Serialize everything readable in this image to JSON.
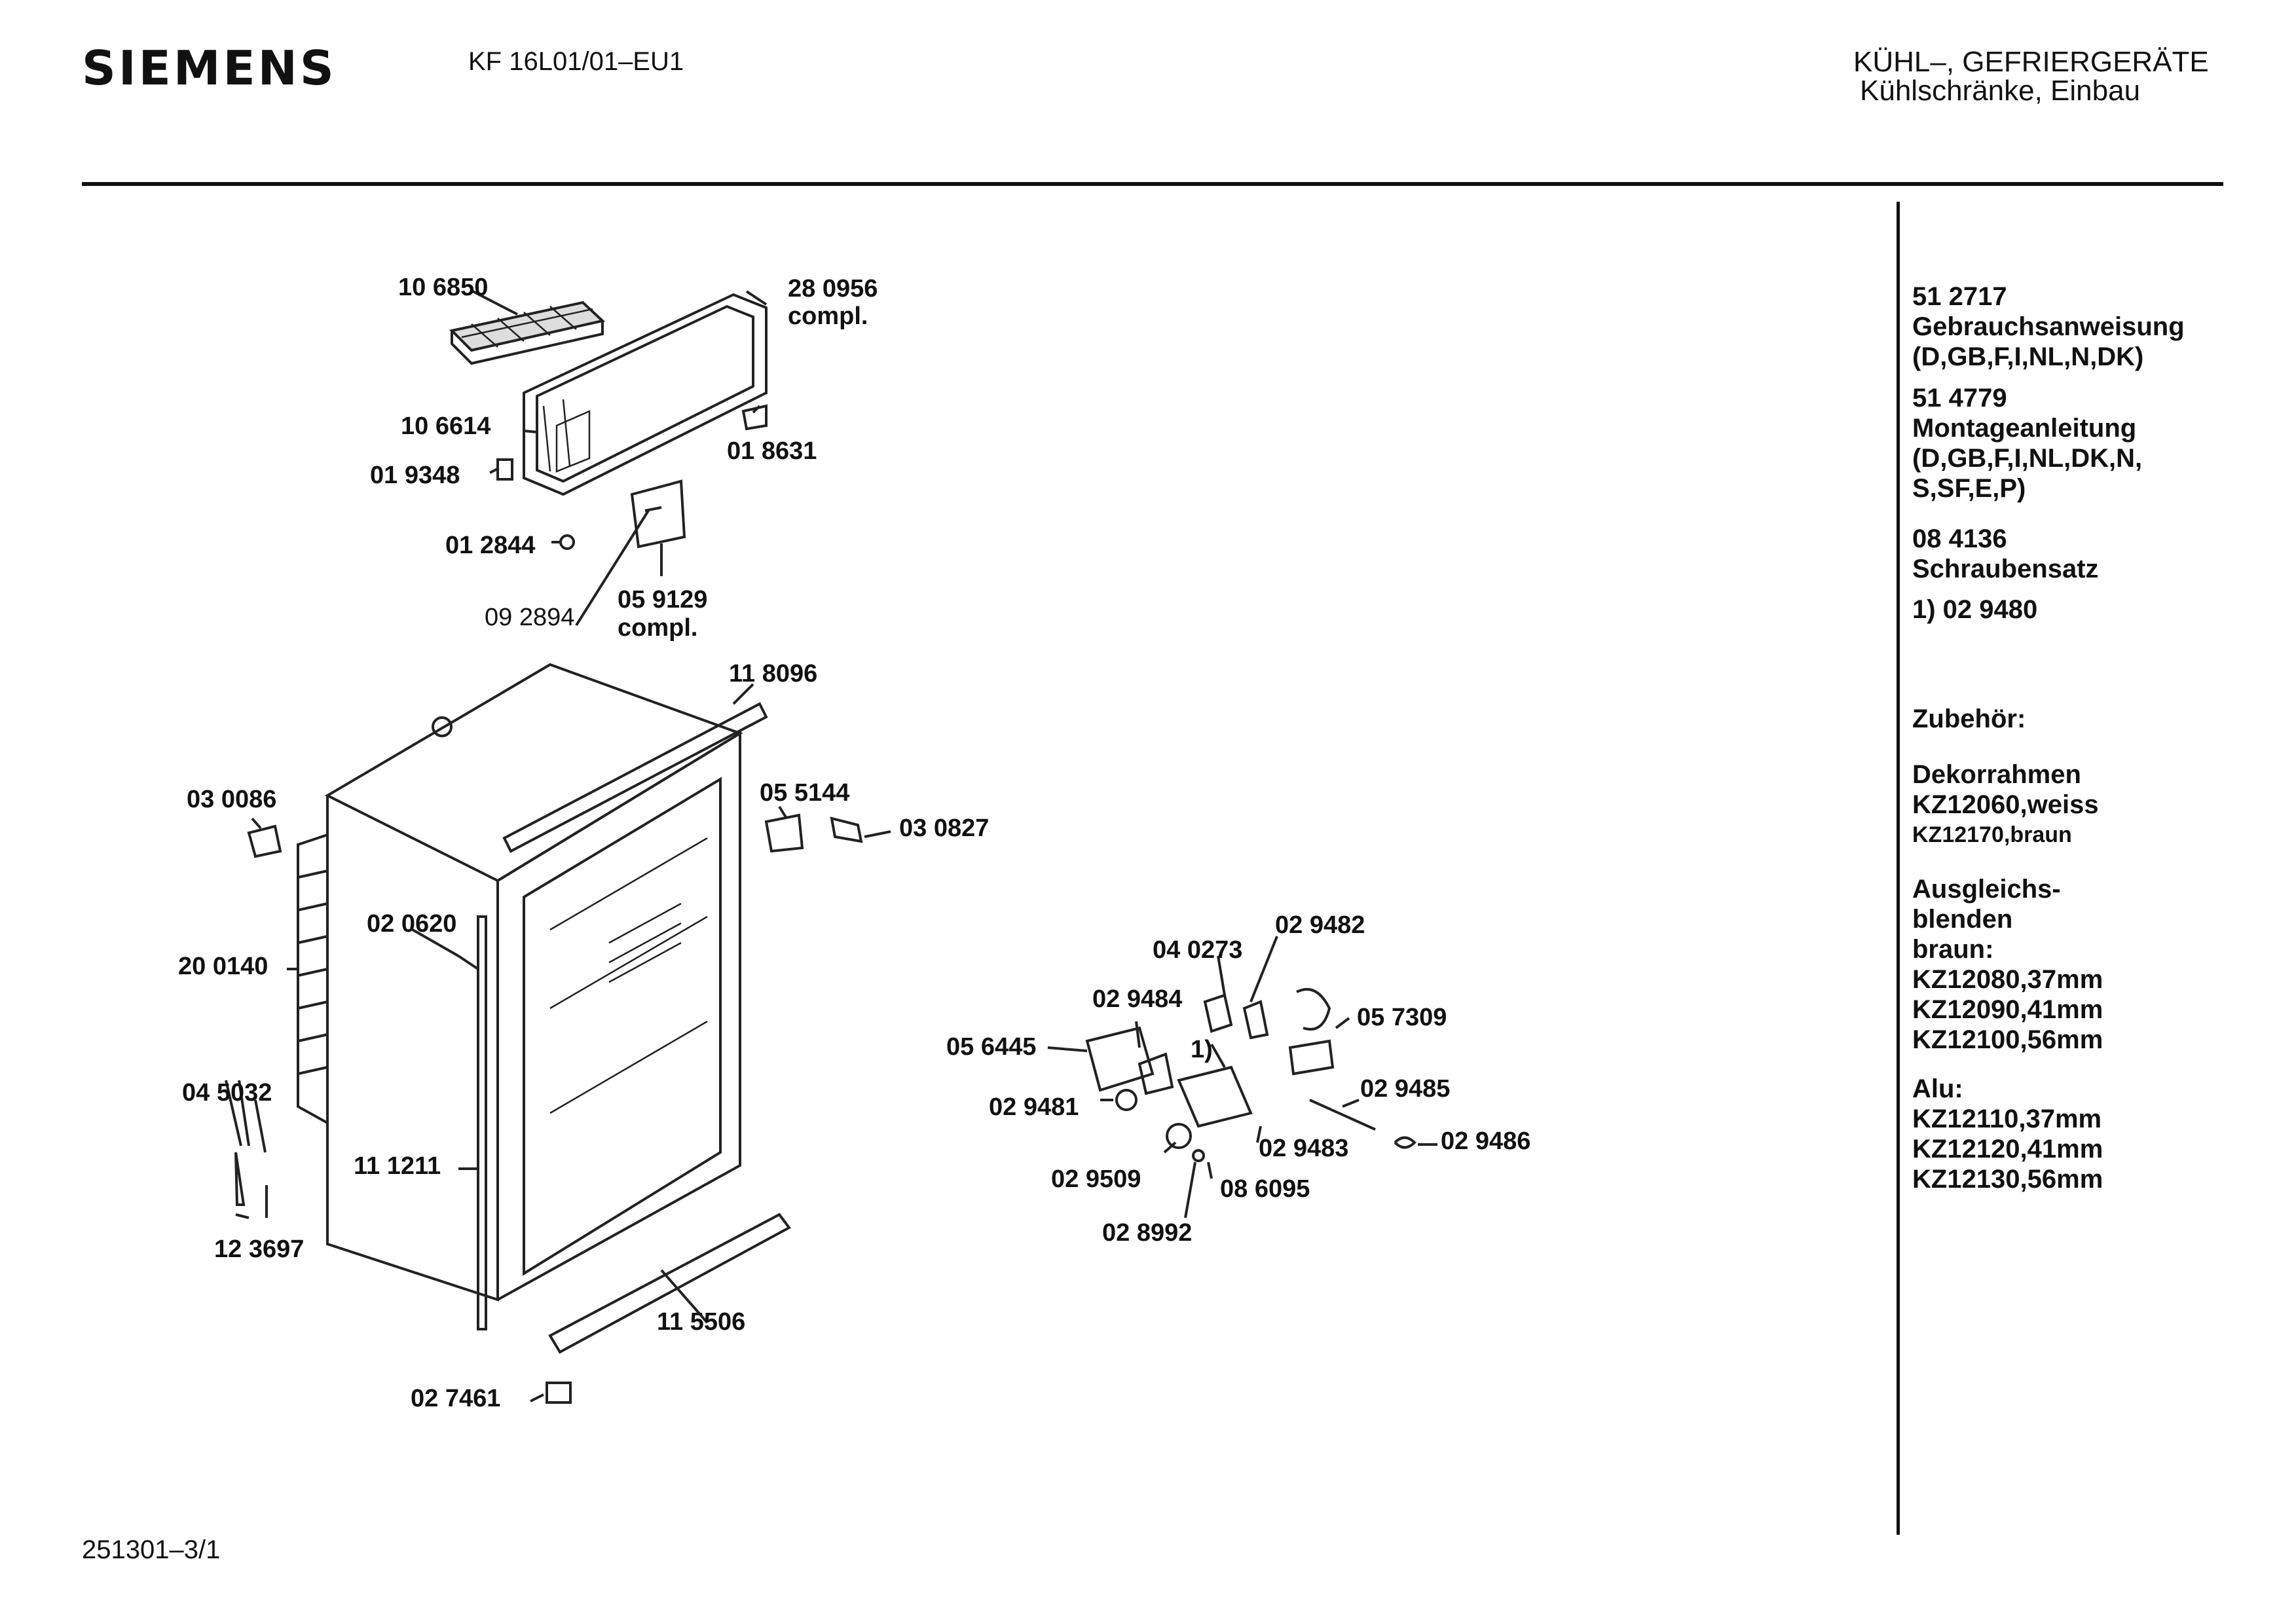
{
  "header": {
    "brand": "SIEMENS",
    "model": "KF 16L01/01–EU1",
    "category_line1": "KÜHL–, GEFRIERGERÄTE",
    "category_line2": "Kühlschränke, Einbau"
  },
  "footer": {
    "drawing_number": "251301–3/1"
  },
  "parts": {
    "p106850": "10 6850",
    "p280956": "28 0956",
    "p280956_compl": "compl.",
    "p106614": "10 6614",
    "p018631": "01 8631",
    "p019348": "01 9348",
    "p012844": "01 2844",
    "p092894": "09 2894",
    "p059129": "05 9129",
    "p059129_compl": "compl.",
    "p118096": "11 8096",
    "p030086": "03 0086",
    "p055144": "05 5144",
    "p030827": "03 0827",
    "p020620": "02 0620",
    "p200140": "20 0140",
    "p045032": "04 5032",
    "p111211": "11 1211",
    "p123697": "12 3697",
    "p115506": "11 5506",
    "p027461": "02 7461",
    "p040273": "04 0273",
    "p029482": "02 9482",
    "p029484": "02 9484",
    "p057309": "05 7309",
    "p056445": "05 6445",
    "p_note1": "1)",
    "p029485": "02 9485",
    "p029481": "02 9481",
    "p029483": "02 9483",
    "p029486": "02 9486",
    "p029509": "02 9509",
    "p086095": "08 6095",
    "p028992": "02 8992"
  },
  "sidebar": {
    "doc1_number": "51 2717",
    "doc1_title": "Gebrauchsanweisung",
    "doc1_langs": "(D,GB,F,I,NL,N,DK)",
    "doc2_number": "51 4779",
    "doc2_title": "Montageanleitung",
    "doc2_langs1": "(D,GB,F,I,NL,DK,N,",
    "doc2_langs2": "S,SF,E,P)",
    "doc3_number": "08 4136",
    "doc3_title": "Schraubensatz",
    "note1": "1)  02 9480",
    "accessories_heading": "Zubehör:",
    "deco_heading": "Dekorrahmen",
    "deco_white": "KZ12060,weiss",
    "deco_brown": "KZ12170,braun",
    "panels_heading1": "Ausgleichs-",
    "panels_heading2": "blenden",
    "panels_brown": "braun:",
    "panels_b1": "KZ12080,37mm",
    "panels_b2": "KZ12090,41mm",
    "panels_b3": "KZ12100,56mm",
    "alu_heading": "Alu:",
    "alu1": "KZ12110,37mm",
    "alu2": "KZ12120,41mm",
    "alu3": "KZ12130,56mm"
  }
}
